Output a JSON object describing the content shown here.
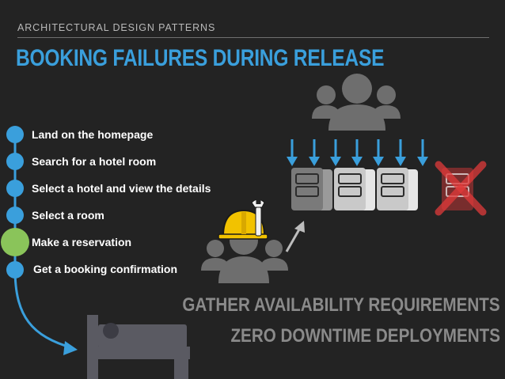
{
  "header": {
    "kicker": "ARCHITECTURAL DESIGN PATTERNS",
    "title": "BOOKING FAILURES DURING RELEASE"
  },
  "steps": [
    {
      "label": "Land on the homepage",
      "active": false
    },
    {
      "label": "Search for a hotel room",
      "active": false
    },
    {
      "label": "Select a hotel and view the details",
      "active": false
    },
    {
      "label": "Select a room",
      "active": false
    },
    {
      "label": "Make a reservation",
      "active": true
    },
    {
      "label": "Get a booking confirmation",
      "active": false
    }
  ],
  "bottom": {
    "line1": "GATHER AVAILABILITY REQUIREMENTS",
    "line2": "ZERO DOWNTIME DEPLOYMENTS"
  },
  "colors": {
    "background": "#232323",
    "accent_blue": "#3a9fdc",
    "active_green": "#8ac45a",
    "failure_red": "#e03a3a",
    "server_gray": "#d0d0d0",
    "icon_gray": "#6e6e6e"
  },
  "icons": [
    "users-group-icon",
    "down-arrow-icon",
    "server-icon",
    "failed-server-icon",
    "construction-worker-icon",
    "wrench-icon",
    "up-arrow-icon",
    "bed-icon",
    "curved-arrow-icon"
  ]
}
